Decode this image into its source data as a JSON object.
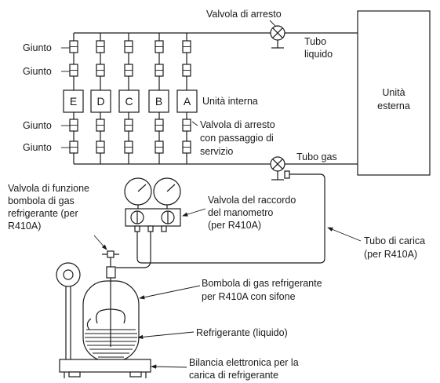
{
  "labels": {
    "stop_valve_top": "Valvola di arresto",
    "liquid_pipe_1": "Tubo",
    "liquid_pipe_2": "liquido",
    "joint_1": "Giunto",
    "joint_2": "Giunto",
    "joint_3": "Giunto",
    "joint_4": "Giunto",
    "indoor_unit": "Unità interna",
    "outdoor_unit_1": "Unità",
    "outdoor_unit_2": "esterna",
    "service_valve_1": "Valvola di arresto",
    "service_valve_2": "con passaggio di",
    "service_valve_3": "servizio",
    "gas_pipe": "Tubo gas",
    "cylinder_valve_1": "Valvola di funzione",
    "cylinder_valve_2": "bombola di gas",
    "cylinder_valve_3": "refrigerante (per",
    "cylinder_valve_4": "R410A)",
    "gauge_manifold_1": "Valvola del raccordo",
    "gauge_manifold_2": "del manometro",
    "gauge_manifold_3": "(per R410A)",
    "charge_hose_1": "Tubo di carica",
    "charge_hose_2": "(per R410A)",
    "cylinder_1": "Bombola di gas refrigerante",
    "cylinder_2": "per R410A con sifone",
    "refrigerant": "Refrigerante (liquido)",
    "scale_1": "Bilancia elettronica per la",
    "scale_2": "carica di refrigerante"
  },
  "indoor_units": [
    "E",
    "D",
    "C",
    "B",
    "A"
  ]
}
